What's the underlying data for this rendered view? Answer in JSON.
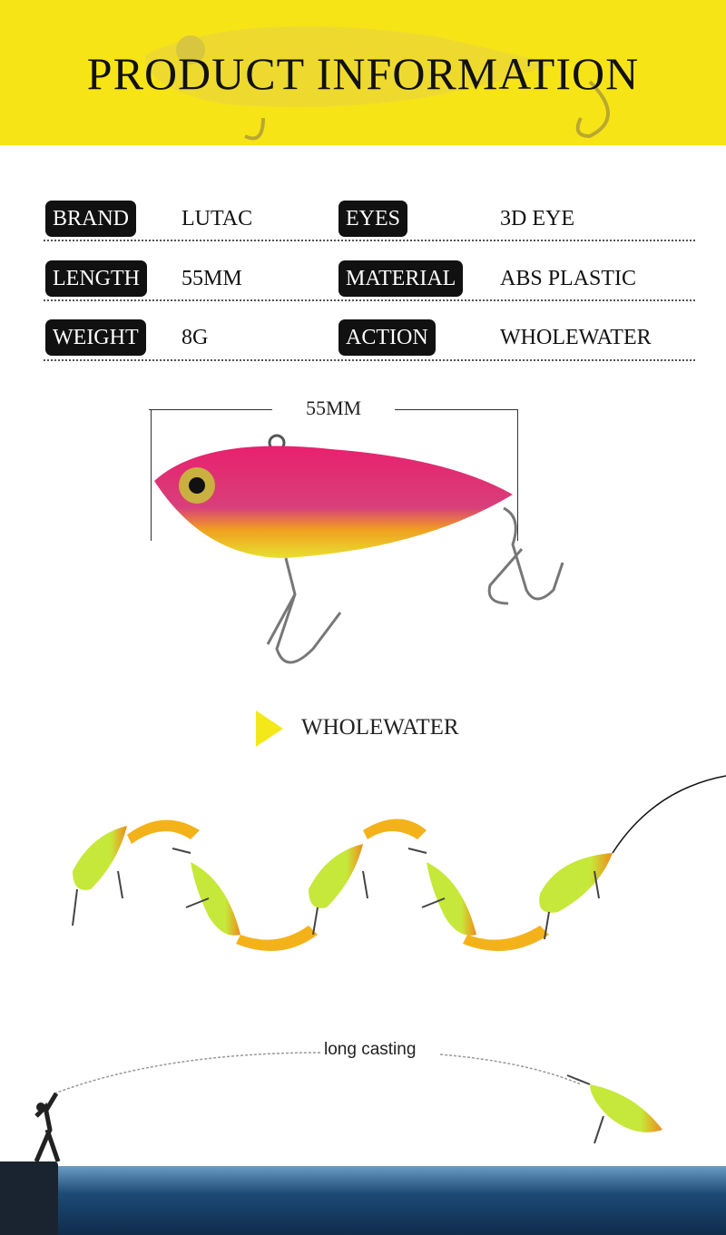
{
  "header": {
    "title": "PRODUCT INFORMATION"
  },
  "specs": [
    {
      "label": "BRAND",
      "value": "LUTAC"
    },
    {
      "label": "EYES",
      "value": "3D EYE"
    },
    {
      "label": "LENGTH",
      "value": "55MM"
    },
    {
      "label": "MATERIAL",
      "value": "ABS PLASTIC"
    },
    {
      "label": "WEIGHT",
      "value": "8G"
    },
    {
      "label": "ACTION",
      "value": "WHOLEWATER"
    }
  ],
  "dimension": {
    "length": "55MM"
  },
  "action_section": {
    "title": "WHOLEWATER"
  },
  "casting": {
    "label": "long casting"
  },
  "colors": {
    "brand_yellow": "#f7e417",
    "lure_pink": "#e8206e",
    "lure_orange": "#f08a1a",
    "lure_green": "#c6e83a"
  }
}
